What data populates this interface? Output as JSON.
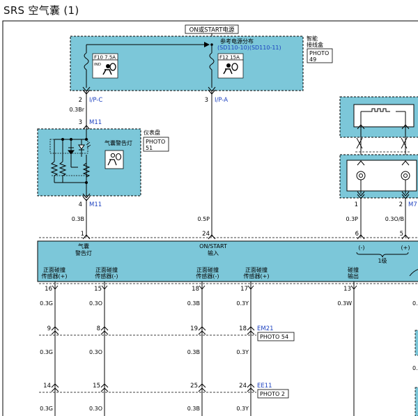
{
  "title": "SRS  空气囊 (1)",
  "power_label": "ON或START电源",
  "junction_box": {
    "label_line1": "智能",
    "label_line2": "接线盒",
    "photo_line1": "PHOTO",
    "photo_line2": "49",
    "fuse_left": "F10 7.5A",
    "fuse_left_sub": "IND",
    "fuse_right": "F12 15A",
    "ref_line1": "参考电源分布",
    "ref_line2": "(SD110-10)(SD110-11)"
  },
  "wires": {
    "pin2": "2",
    "ip_c": "I/P-C",
    "w_03br": "0.3Br",
    "pin3_top": "3",
    "ip_a": "I/P-A",
    "pin3_m": "3",
    "m11_top": "M11",
    "pin4": "4",
    "m11_bottom": "M11",
    "w_03b_left": "0.3B",
    "w_05p": "0.5P",
    "w_03p": "0.3P",
    "w_03ob": "0.3O/B",
    "pin1_r": "1",
    "pin2_r": "2",
    "m7": "M7",
    "pin1_c": "1",
    "pin24": "24",
    "pin6": "6",
    "pin5": "5"
  },
  "cluster": {
    "label": "仪表盘",
    "photo_line1": "PHOTO",
    "photo_line2": "51",
    "lamp_label": "气囊警告灯"
  },
  "module": {
    "lamp_line1": "气囊",
    "lamp_line2": "警告灯",
    "on_line1": "ON/START",
    "on_line2": "输入",
    "neg": "(-)",
    "pos": "(+)",
    "stage": "1级",
    "s1_l1": "正面碰撞",
    "s1_l2": "传感器(+)",
    "s2_l1": "正面碰撞",
    "s2_l2": "传感器(-)",
    "s3_l1": "正面碰撞",
    "s3_l2": "传感器(-)",
    "s4_l1": "正面碰撞",
    "s4_l2": "传感器(+)",
    "s5_l1": "碰撞",
    "s5_l2": "输出"
  },
  "bottom_pins": {
    "p16": "16",
    "p15": "15",
    "p18": "18",
    "p17": "17",
    "p13": "13",
    "g1": "0.3G",
    "o1": "0.3O",
    "b1": "0.3B",
    "y1": "0.3Y",
    "w1": "0.3W",
    "p9": "9",
    "p8": "8",
    "p19": "19",
    "p18b": "18",
    "em21": "EM21",
    "photo54": "PHOTO 54",
    "g2": "0.3G",
    "o2": "0.3O",
    "b2": "0.3B",
    "y2": "0.3Y",
    "p14": "14",
    "p15b": "15",
    "p25": "25",
    "p24b": "24",
    "ee11": "EE11",
    "photo2": "PHOTO 2",
    "g3": "0.3G",
    "o3": "0.3O",
    "b3": "0.3B",
    "y3": "0.3Y",
    "cut1": "0.",
    "cut2": "0."
  }
}
